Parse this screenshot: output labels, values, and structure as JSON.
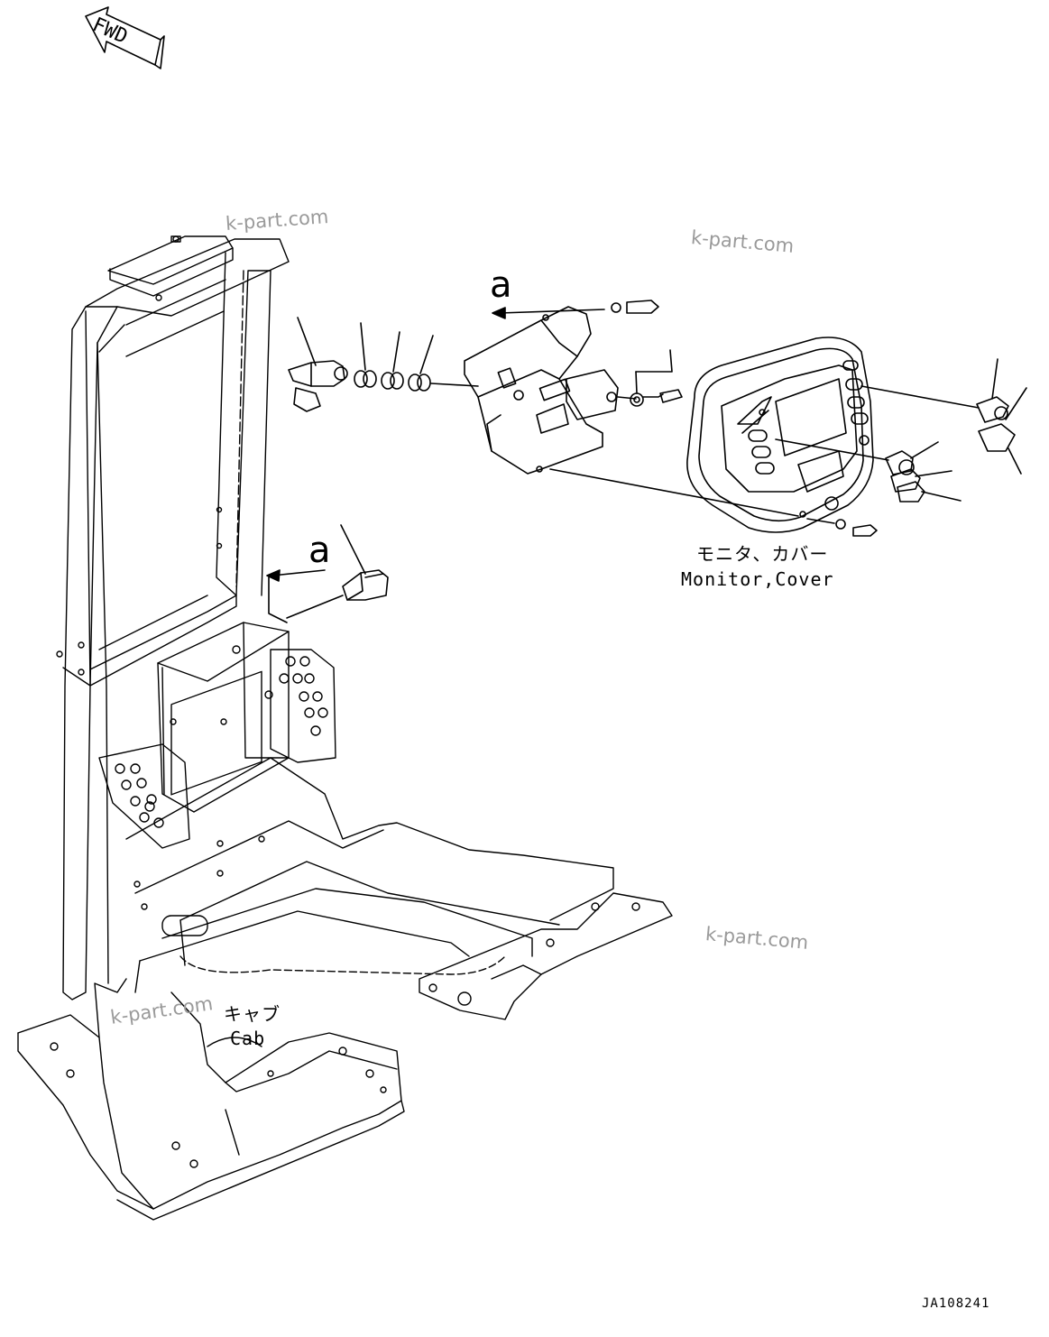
{
  "header": {
    "fwd_label": "FWD"
  },
  "callouts": {
    "view_a_top": "a",
    "view_a_left": "a"
  },
  "labels": {
    "monitor_jp": "モニタ、カバー",
    "monitor_en": "Monitor,Cover",
    "cab_jp": "キャブ",
    "cab_en": "Cab"
  },
  "watermarks": [
    "k-part.com",
    "k-part.com",
    "k-part.com",
    "k-part.com"
  ],
  "drawing_code": "JA108241"
}
